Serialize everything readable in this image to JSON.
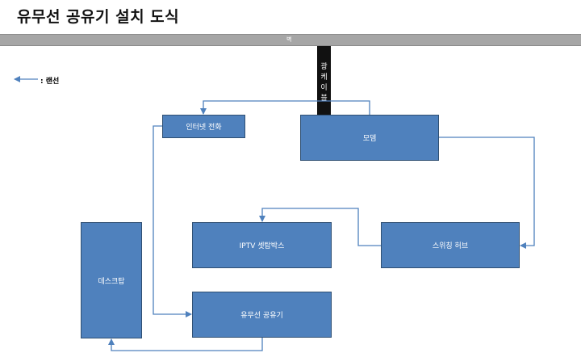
{
  "title": "유무선 공유기 설치 도식",
  "wall_label": "벽",
  "legend": {
    "label": ": 랜선"
  },
  "cable_label": "광케이블",
  "nodes": {
    "internet_phone": "인터넷 전화",
    "modem": "모뎀",
    "iptv": "IPTV 셋탑박스",
    "switch_hub": "스위칭 허브",
    "desktop": "데스크탑",
    "router": "유무선 공유기"
  },
  "colors": {
    "box_fill": "#4f81bd",
    "box_border": "#2f4f72",
    "line": "#4f81bd",
    "wall": "#a6a6a6",
    "cable": "#111111"
  }
}
